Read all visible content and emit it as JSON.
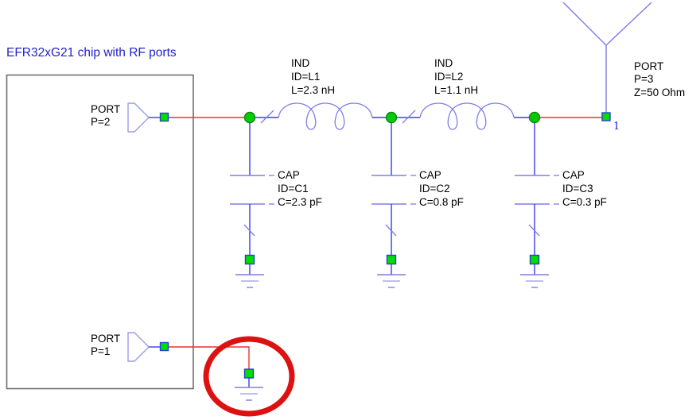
{
  "title": "EFR32xG21 chip with RF ports",
  "chip": {
    "port2": {
      "name": "PORT",
      "param": "P=2"
    },
    "port1": {
      "name": "PORT",
      "param": "P=1"
    }
  },
  "filter": {
    "l1": {
      "name": "IND",
      "id": "ID=L1",
      "value": "L=2.3 nH"
    },
    "l2": {
      "name": "IND",
      "id": "ID=L2",
      "value": "L=1.1 nH"
    },
    "c1": {
      "name": "CAP",
      "id": "ID=C1",
      "value": "C=2.3 pF"
    },
    "c2": {
      "name": "CAP",
      "id": "ID=C2",
      "value": "C=0.8 pF"
    },
    "c3": {
      "name": "CAP",
      "id": "ID=C3",
      "value": "C=0.3 pF"
    }
  },
  "antenna_port": {
    "name": "PORT",
    "param": "P=3",
    "impedance": "Z=50 Ohm",
    "node_number": "1"
  },
  "colors": {
    "wire_red": "#ee2f2f",
    "wire_blue": "#3c3cee",
    "symbol_blue": "#7d7de8",
    "port_symbol_blue": "#9c9cf0",
    "pale_blue": "#a8a8f8",
    "node_green": "#00dd00",
    "node_border": "#2244cc",
    "junction_green": "#00cc00",
    "junction_border": "#118811",
    "chip_outline": "#6e6e6e",
    "title_blue": "#2222cc",
    "label_black": "#000000",
    "highlight_red": "#dd1111"
  }
}
